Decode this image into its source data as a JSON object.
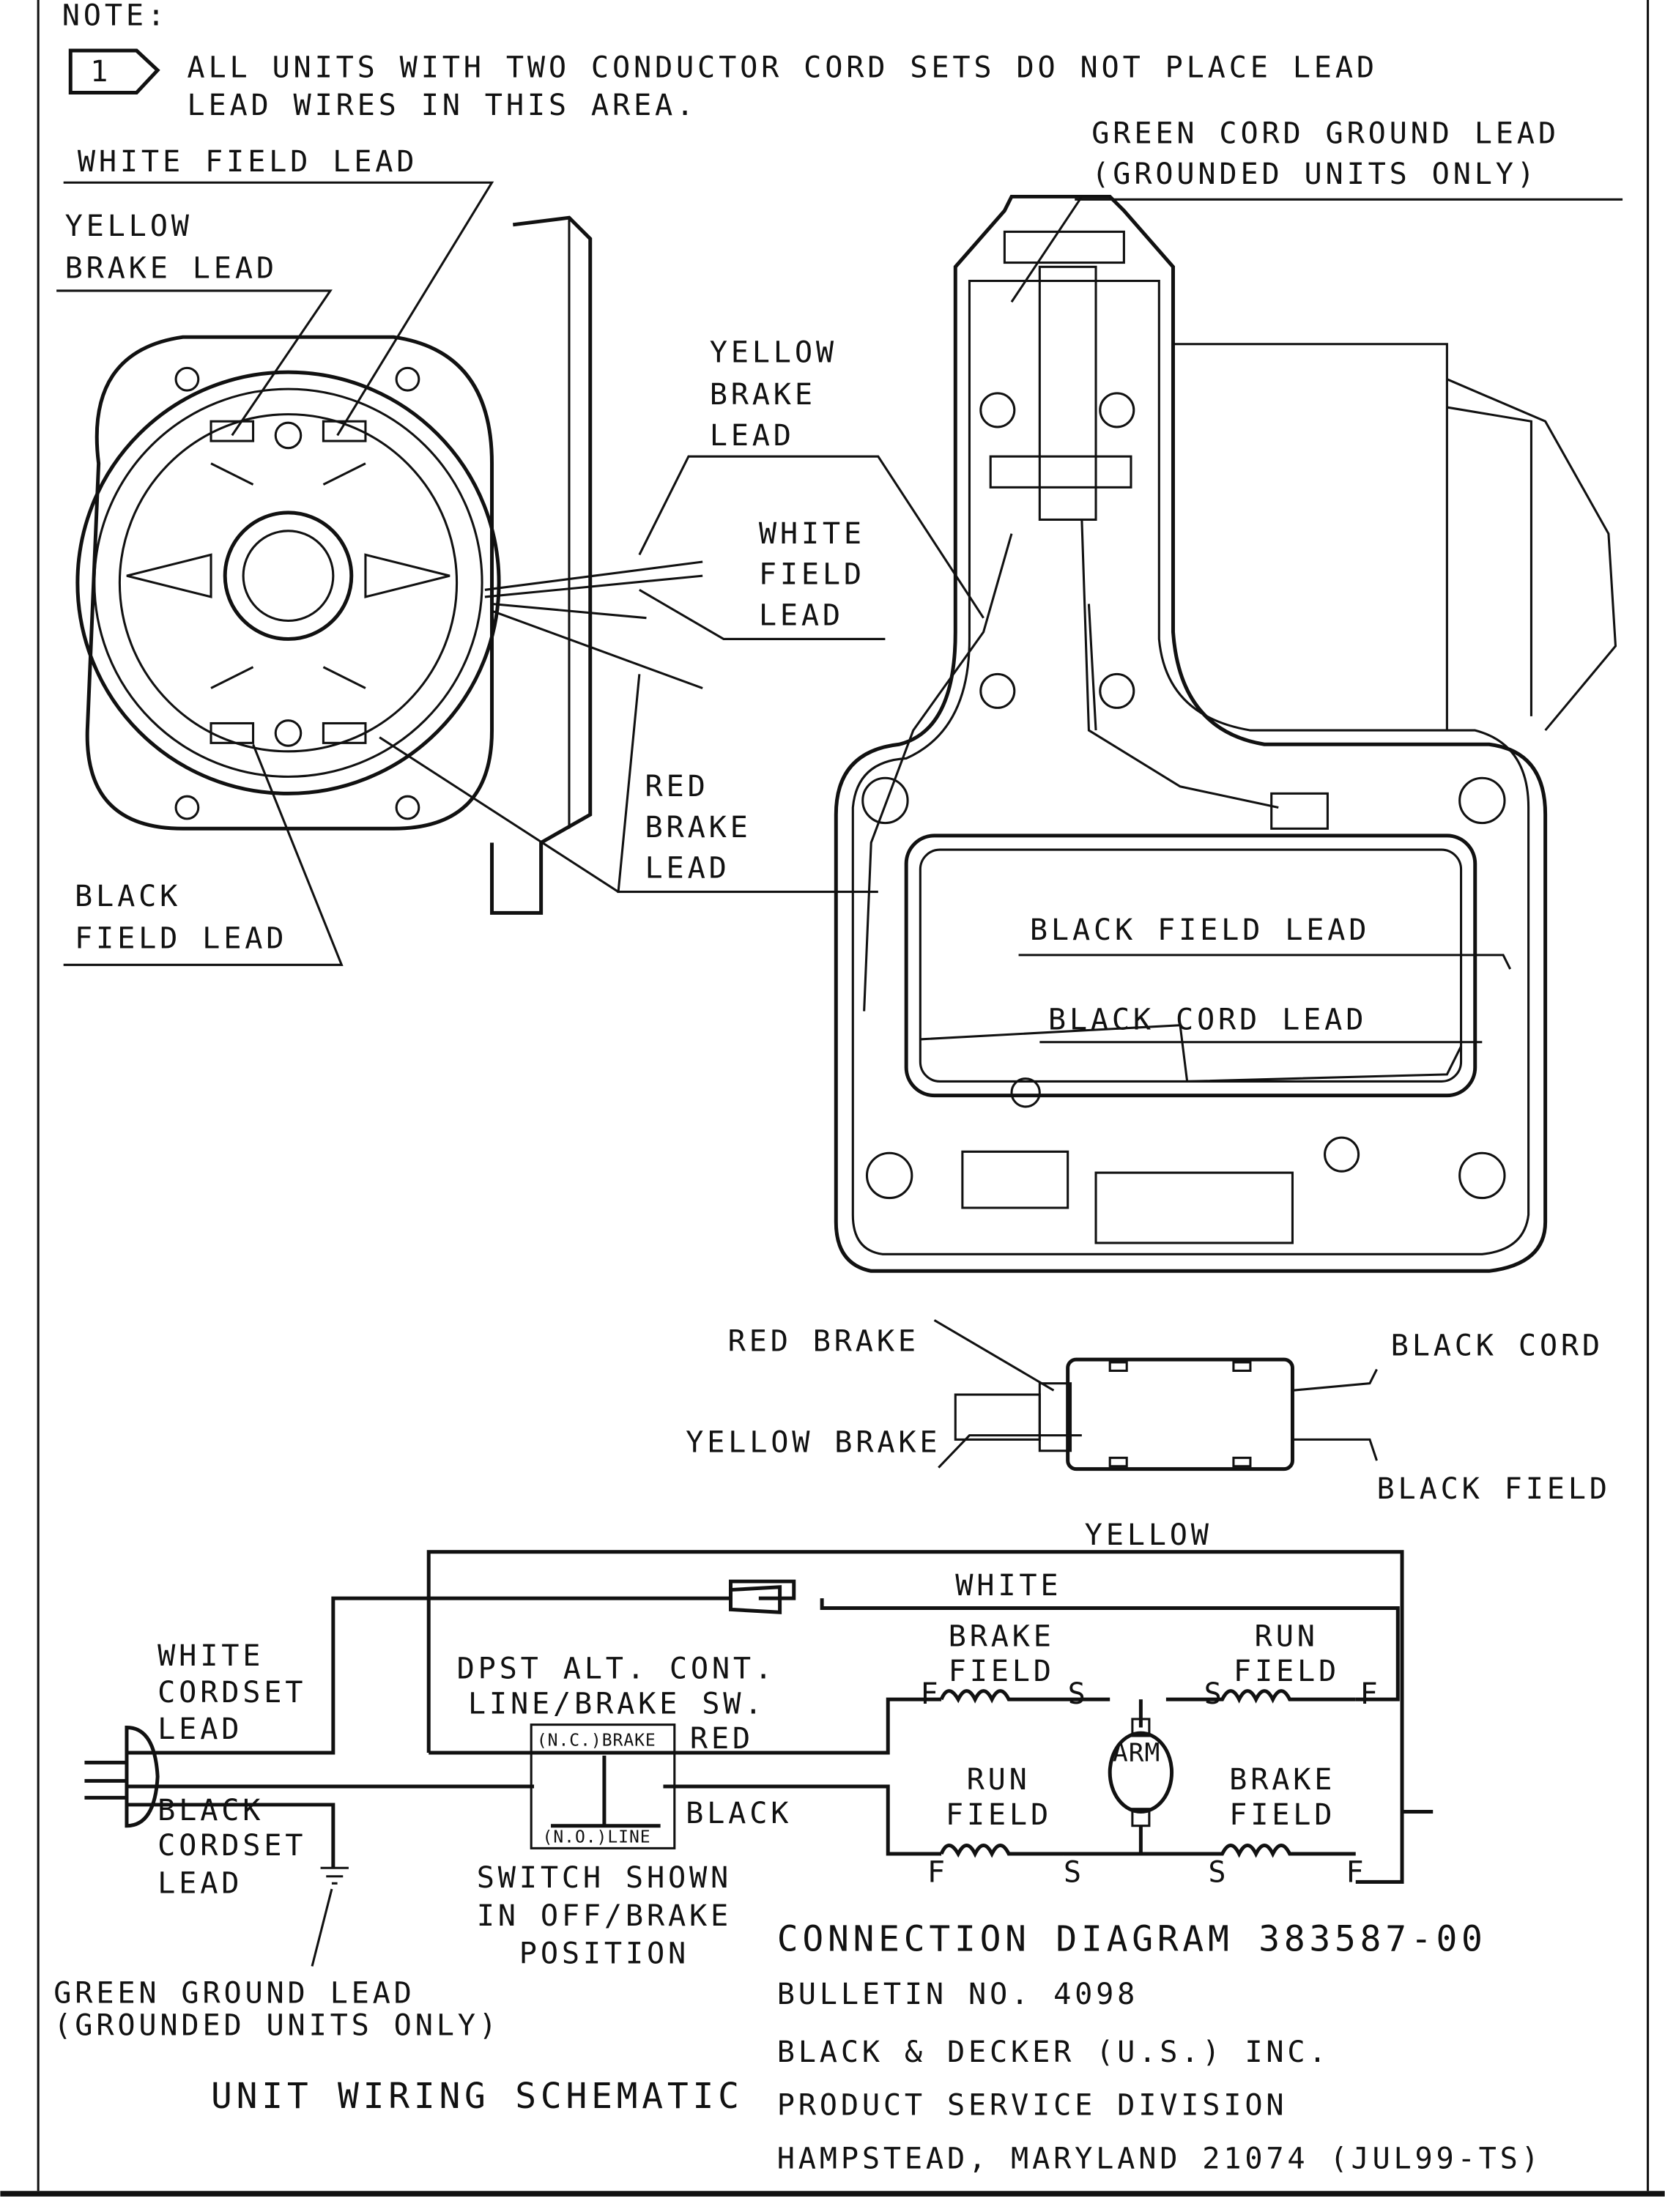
{
  "note": {
    "heading": "NOTE:",
    "marker": "1",
    "line1": "ALL UNITS WITH TWO CONDUCTOR CORD SETS  DO NOT PLACE LEAD",
    "line2": "LEAD WIRES IN THIS AREA."
  },
  "assembly_labels": {
    "green_cord_ground_1": "GREEN CORD GROUND LEAD",
    "green_cord_ground_2": "(GROUNDED UNITS ONLY)",
    "white_field_lead_top": "WHITE FIELD LEAD",
    "yellow_brake_left_1": "YELLOW",
    "yellow_brake_left_2": "BRAKE LEAD",
    "yellow_brake_mid_1": "YELLOW",
    "yellow_brake_mid_2": "BRAKE",
    "yellow_brake_mid_3": "LEAD",
    "white_field_mid_1": "WHITE",
    "white_field_mid_2": "FIELD",
    "white_field_mid_3": "LEAD",
    "red_brake_1": "RED",
    "red_brake_2": "BRAKE",
    "red_brake_3": "LEAD",
    "black_field_left_1": "BLACK",
    "black_field_left_2": "FIELD LEAD",
    "black_field_lead": "BLACK FIELD LEAD",
    "black_cord_lead": "BLACK CORD LEAD"
  },
  "switch_detail": {
    "red_brake": "RED BRAKE",
    "black_cord": "BLACK CORD",
    "yellow_brake": "YELLOW BRAKE",
    "black_field": "BLACK FIELD"
  },
  "schematic": {
    "yellow": "YELLOW",
    "white": "WHITE",
    "brake_field_top_1": "BRAKE",
    "brake_field_top_2": "FIELD",
    "run_field_top_1": "RUN",
    "run_field_top_2": "FIELD",
    "run_field_bot_1": "RUN",
    "run_field_bot_2": "FIELD",
    "brake_field_bot_1": "BRAKE",
    "brake_field_bot_2": "FIELD",
    "arm": "ARM",
    "f": "F",
    "s": "S",
    "switch_1": "DPST ALT. CONT.",
    "switch_2": "LINE/BRAKE SW.",
    "nc_brake": "(N.C.)BRAKE",
    "no_line": "(N.O.)LINE",
    "red": "RED",
    "black": "BLACK",
    "white_cordset_1": "WHITE",
    "white_cordset_2": "CORDSET",
    "white_cordset_3": "LEAD",
    "black_cordset_1": "BLACK",
    "black_cordset_2": "CORDSET",
    "black_cordset_3": "LEAD",
    "switch_shown_1": "SWITCH SHOWN",
    "switch_shown_2": "IN OFF/BRAKE",
    "switch_shown_3": "POSITION",
    "green_ground_1": "GREEN GROUND LEAD",
    "green_ground_2": "(GROUNDED UNITS ONLY)",
    "title": "UNIT WIRING SCHEMATIC"
  },
  "title_block": {
    "diagram": "CONNECTION DIAGRAM 383587-00",
    "bulletin": "BULLETIN NO. 4098",
    "company": "BLACK & DECKER (U.S.) INC.",
    "division": "PRODUCT SERVICE DIVISION",
    "address": "HAMPSTEAD, MARYLAND 21074 (JUL99-TS)"
  }
}
